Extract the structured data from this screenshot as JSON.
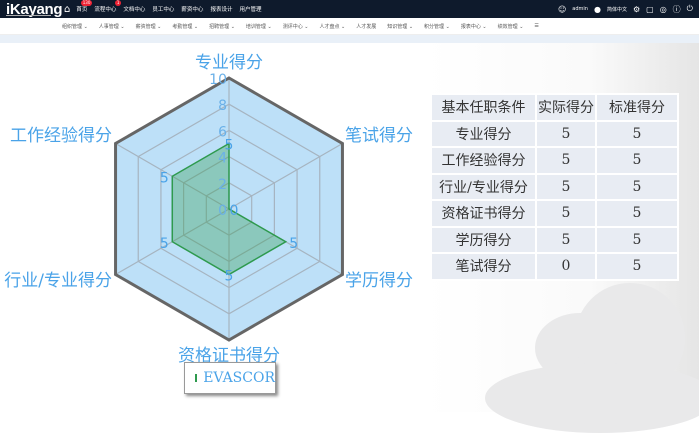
{
  "header": {
    "logo": "iKayang",
    "nav": [
      {
        "label": "首页",
        "badge": "130"
      },
      {
        "label": "流程中心",
        "badge": "1"
      },
      {
        "label": "文档中心"
      },
      {
        "label": "员工中心"
      },
      {
        "label": "薪资中心"
      },
      {
        "label": "报表设计"
      },
      {
        "label": "用户管理"
      }
    ],
    "user": "admin",
    "language": "简体中文"
  },
  "submenu": [
    "组织管理 ⌄",
    "人事管理 ⌄",
    "薪资管理 ⌄",
    "考勤管理 ⌄",
    "招聘管理 ⌄",
    "培训管理 ⌄",
    "测评中心 ⌄",
    "人才盘点 ⌄",
    "人才发展",
    "知识管理 ⌄",
    "积分管理 ⌄",
    "报表中心 ⌄",
    "绩效管理 ⌄"
  ],
  "chart_data": {
    "type": "radar",
    "axes": [
      "专业得分",
      "笔试得分",
      "学历得分",
      "资格证书得分",
      "行业/专业得分",
      "工作经验得分"
    ],
    "series": [
      {
        "name": "EVASCOR",
        "values": [
          5,
          0,
          5,
          5,
          5,
          5
        ],
        "color": "#2e9a4e"
      }
    ],
    "rlim": [
      0,
      10
    ],
    "ticks": [
      "0",
      "2",
      "4",
      "6",
      "8",
      "10"
    ],
    "legend": "bottom"
  },
  "table": {
    "headers": [
      "基本任职条件",
      "实际得分",
      "标准得分"
    ],
    "rows": [
      [
        "专业得分",
        "5",
        "5"
      ],
      [
        "工作经验得分",
        "5",
        "5"
      ],
      [
        "行业/专业得分",
        "5",
        "5"
      ],
      [
        "资格证书得分",
        "5",
        "5"
      ],
      [
        "学历得分",
        "5",
        "5"
      ],
      [
        "笔试得分",
        "0",
        "5"
      ]
    ]
  }
}
